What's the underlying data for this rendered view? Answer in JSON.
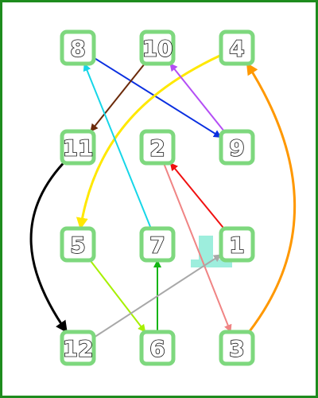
{
  "diagram": {
    "border_color": "#1e8c1e",
    "node_fill": "#ffffff",
    "node_stroke": "#7ed87e",
    "nodes": [
      {
        "id": "8",
        "label": "8"
      },
      {
        "id": "10",
        "label": "10"
      },
      {
        "id": "4",
        "label": "4"
      },
      {
        "id": "11",
        "label": "11"
      },
      {
        "id": "2",
        "label": "2"
      },
      {
        "id": "9",
        "label": "9"
      },
      {
        "id": "5",
        "label": "5"
      },
      {
        "id": "7",
        "label": "7"
      },
      {
        "id": "1",
        "label": "1"
      },
      {
        "id": "12",
        "label": "12"
      },
      {
        "id": "6",
        "label": "6"
      },
      {
        "id": "3",
        "label": "3"
      }
    ],
    "edges": [
      {
        "from": "8",
        "to": "9",
        "color": "#0a2fe0"
      },
      {
        "from": "10",
        "to": "11",
        "color": "#6b2a0a"
      },
      {
        "from": "4",
        "to": "5",
        "color": "#ffe800"
      },
      {
        "from": "9",
        "to": "10",
        "color": "#b44ef5"
      },
      {
        "from": "7",
        "to": "8",
        "color": "#16d6e8"
      },
      {
        "from": "11",
        "to": "12",
        "color": "#000000"
      },
      {
        "from": "1",
        "to": "2",
        "color": "#f01010"
      },
      {
        "from": "2",
        "to": "3",
        "color": "#f08484"
      },
      {
        "from": "3",
        "to": "4",
        "color": "#ff9800"
      },
      {
        "from": "5",
        "to": "6",
        "color": "#a6f000"
      },
      {
        "from": "6",
        "to": "7",
        "color": "#12b512"
      },
      {
        "from": "12",
        "to": "1",
        "color": "#a8a8a8"
      }
    ],
    "decoration_color": "#9deedd"
  }
}
